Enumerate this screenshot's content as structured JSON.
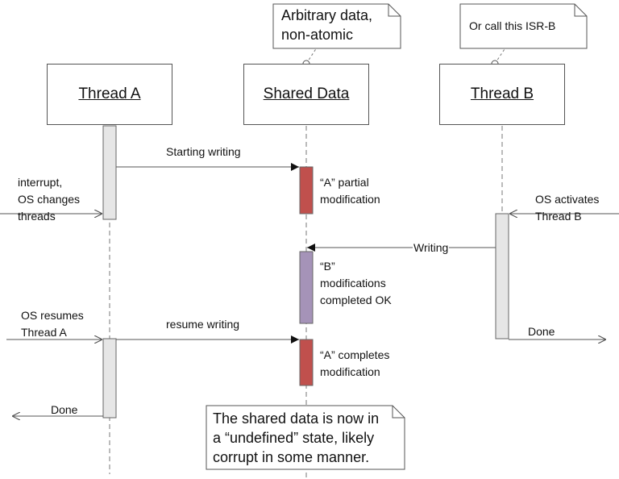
{
  "lifelines": {
    "thread_a": "Thread A",
    "shared_data": "Shared Data",
    "thread_b": "Thread B"
  },
  "notes": {
    "shared_data_note": [
      "Arbitrary data,",
      "non-atomic"
    ],
    "thread_b_note": "Or call this ISR-B",
    "bottom_note": [
      "The shared data is now in",
      "a “undefined” state, likely",
      "corrupt in some manner."
    ]
  },
  "messages": {
    "starting_writing": "Starting writing",
    "writing": "Writing",
    "resume_writing": "resume writing"
  },
  "annotations": {
    "interrupt": [
      "interrupt,",
      "OS changes",
      "threads"
    ],
    "os_activates": [
      "OS activates",
      "Thread B"
    ],
    "os_resumes": [
      "OS resumes",
      "Thread A"
    ],
    "done_a": "Done",
    "done_b": "Done",
    "a_partial": [
      "“A” partial",
      "modification"
    ],
    "b_modifications": [
      "“B”",
      "modifications",
      "completed OK"
    ],
    "a_completes": [
      "“A” completes",
      "modification"
    ]
  },
  "colors": {
    "activation_a": "#c0504d",
    "activation_b": "#a593b8",
    "activation_thread": "#e6e6e6"
  }
}
